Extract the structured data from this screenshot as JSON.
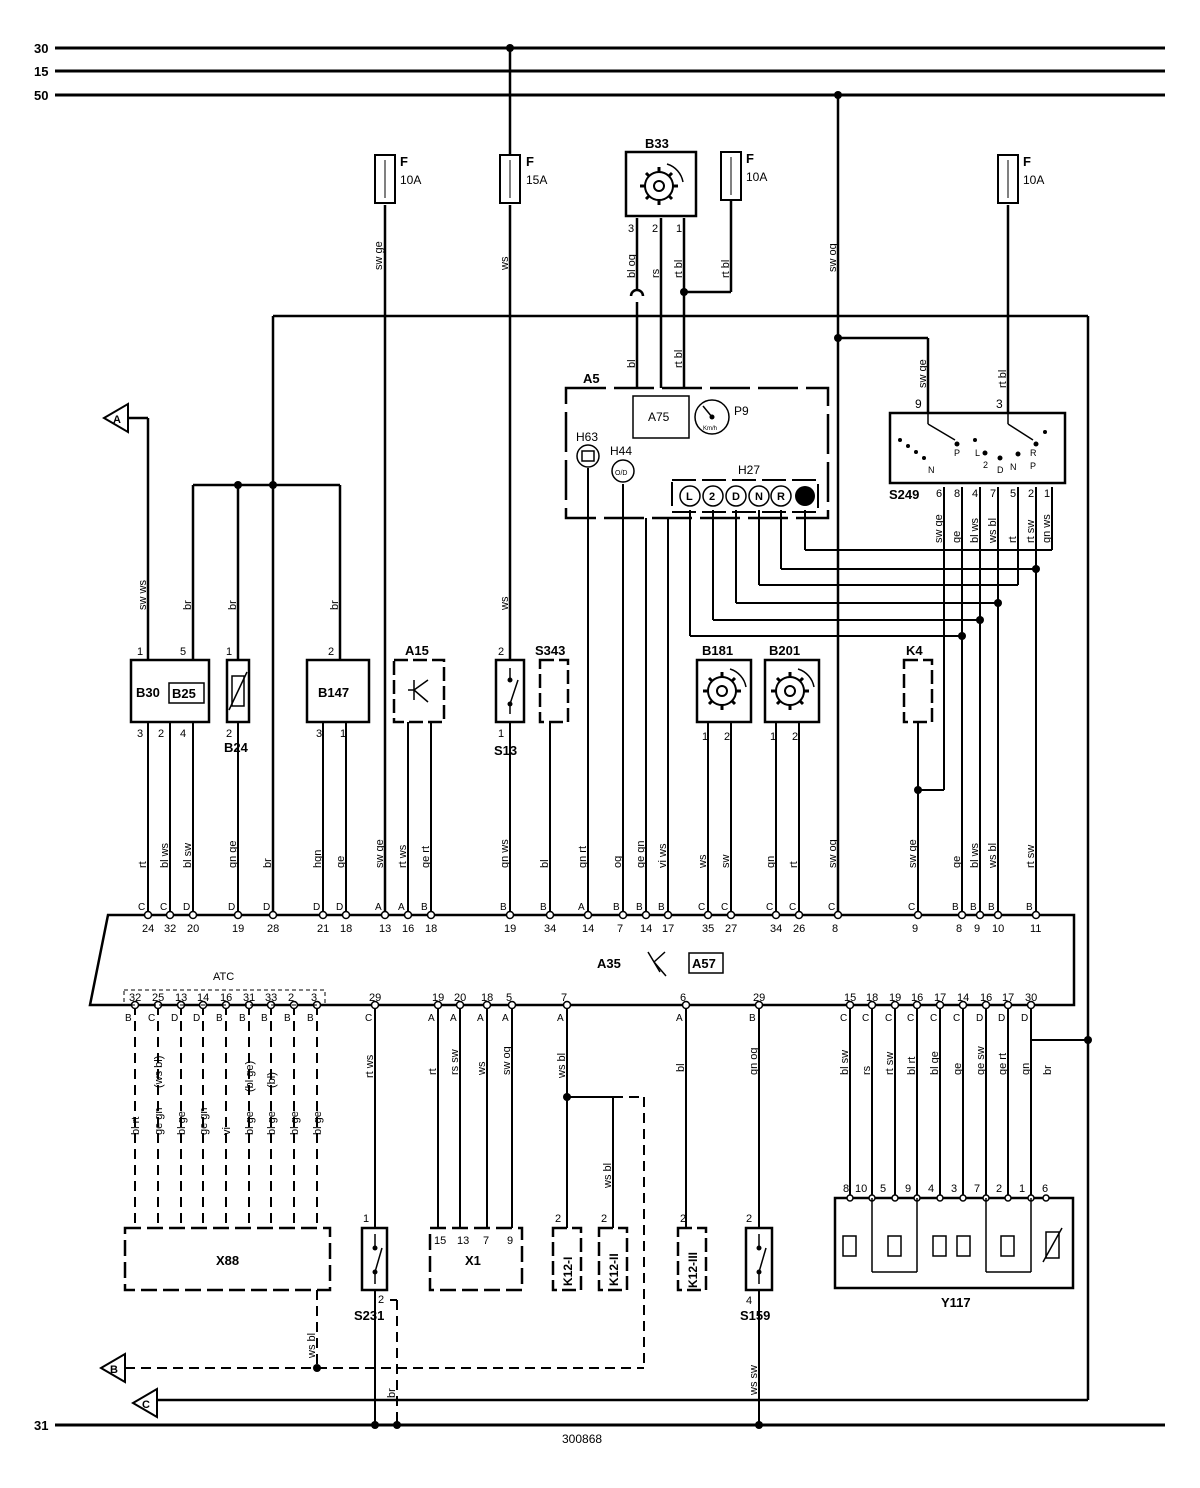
{
  "diagram_id": "300868",
  "rails": {
    "r30": "30",
    "r15": "15",
    "r50": "50",
    "r31": "31"
  },
  "fuses": {
    "f1": {
      "name": "F",
      "rating": "10A"
    },
    "f2": {
      "name": "F",
      "rating": "15A"
    },
    "f3": {
      "name": "F",
      "rating": "10A"
    },
    "f4": {
      "name": "F",
      "rating": "10A"
    }
  },
  "connectors": {
    "a": "A",
    "b": "B",
    "c": "C"
  },
  "components": {
    "b33": "B33",
    "a5": "A5",
    "a75": "A75",
    "p9": "P9",
    "kmh": "Km/h",
    "h63": "H63",
    "h44": "H44",
    "h44_glyph": "O/D",
    "h27": "H27",
    "h27_lamps": [
      "L",
      "2",
      "D",
      "N",
      "R"
    ],
    "s249": "S249",
    "s249_pos": [
      "N",
      "P",
      "L",
      "2",
      "D",
      "N",
      "R",
      "P"
    ],
    "b30": "B30",
    "b25": "B25",
    "b24": "B24",
    "b147": "B147",
    "a15": "A15",
    "s13": "S13",
    "s343": "S343",
    "b181": "B181",
    "b201": "B201",
    "k4": "K4",
    "a35": "A35",
    "a57": "A57",
    "atc": "ATC",
    "x88": "X88",
    "s231": "S231",
    "x1": "X1",
    "k12_1": "K12-I",
    "k12_2": "K12-II",
    "k12_3": "K12-III",
    "s159": "S159",
    "y117": "Y117"
  },
  "wire_colors": {
    "f1": "sw ge",
    "f2": "ws",
    "b33_3": "bl og",
    "b33_2": "rs",
    "b33_1": "rt bl",
    "f3": "rt bl",
    "r50": "sw og",
    "a5_bl": "bl",
    "a5_rtbl": "rt bl",
    "s249_9": "sw ge",
    "s249_3": "rt bl",
    "s249_6": "sw ge",
    "s249_8": "ge",
    "s249_4": "bl ws",
    "s249_7": "ws bl",
    "s249_5": "rt",
    "s249_2": "rt sw",
    "s249_1": "gn ws",
    "b30_1": "sw ws",
    "b30_5": "br",
    "b24_1": "br",
    "b147_2": "br",
    "s13_2": "ws",
    "u_b30_3": "rt",
    "u_b30_2": "bl ws",
    "u_b30_4": "bl sw",
    "u_b24_2": "gn ge",
    "u_br": "br",
    "u_b147_3": "hgn",
    "u_b147_1": "ge",
    "u_swge": "sw ge",
    "u_a15_a": "rt ws",
    "u_a15_b": "ge rt",
    "u_s13": "gn ws",
    "u_s343": "bl",
    "u_h63": "gn rt",
    "u_h44": "og",
    "u_a5_ge_gn": "ge gn",
    "u_a5_vi_ws": "vi ws",
    "u_b181_1": "ws",
    "u_b181_2": "sw",
    "u_b201_1": "gn",
    "u_b201_2": "rt",
    "u_r50": "sw og",
    "u_k4": "sw ge",
    "u_ge": "ge",
    "u_blws": "bl ws",
    "u_wsbl": "ws bl",
    "u_rtsw": "rt sw",
    "x88_w": [
      "bl rt",
      "ge gn",
      "bl ge",
      "ge gn",
      "vi",
      "bl ge",
      "bl ge",
      "bl ge",
      "bl ge"
    ],
    "x88_w2": [
      "(ws bl)",
      "(bl ge)",
      "(bl)"
    ],
    "s231_1": "rt ws",
    "x1_15": "rt",
    "x1_13": "rs sw",
    "x1_7": "ws",
    "x1_9": "sw og",
    "k12_ws_bl": "ws bl",
    "k12_ws_bl_2": "ws bl",
    "k12_3_bl": "bl",
    "s159_2": "gn og",
    "y117_w": [
      "bl sw",
      "rs",
      "rt sw",
      "bl rt",
      "bl ge",
      "ge",
      "ge sw",
      "ge rt",
      "gn",
      "br"
    ],
    "ret_b": "ws bl",
    "ret_br": "br",
    "ret_wssw": "ws sw"
  },
  "pins": {
    "b33": [
      "3",
      "2",
      "1"
    ],
    "a5_top": [
      "",
      "",
      ""
    ],
    "s249_top": [
      "9",
      "3"
    ],
    "s249_bot": [
      "6",
      "8",
      "4",
      "7",
      "5",
      "2",
      "1"
    ],
    "b30_top": [
      "1",
      "5"
    ],
    "b30_bot": [
      "3",
      "2",
      "4"
    ],
    "b24": [
      "1",
      "2"
    ],
    "b147_top": [
      "2"
    ],
    "b147_bot": [
      "3",
      "1"
    ],
    "s13": [
      "2",
      "1"
    ],
    "b181": [
      "1",
      "2"
    ],
    "b201": [
      "1",
      "2"
    ],
    "a35_top_letters": [
      "C",
      "C",
      "D",
      "D",
      "D",
      "D",
      "D",
      "A",
      "A",
      "B",
      "B",
      "B",
      "A",
      "B",
      "B",
      "B",
      "C",
      "C",
      "C",
      "C",
      "C",
      "C",
      "B",
      "B",
      "B",
      "B"
    ],
    "a35_top_nums": [
      "24",
      "32",
      "20",
      "19",
      "28",
      "21",
      "18",
      "13",
      "16",
      "18",
      "19",
      "34",
      "14",
      "7",
      "14",
      "17",
      "35",
      "27",
      "34",
      "26",
      "8",
      "9",
      "8",
      "9",
      "10",
      "11"
    ],
    "a35_bot_nums": [
      "32",
      "25",
      "13",
      "14",
      "16",
      "31",
      "33",
      "2",
      "3",
      "29",
      "19",
      "20",
      "18",
      "5",
      "7",
      "6",
      "29",
      "15",
      "18",
      "19",
      "16",
      "17",
      "14",
      "16",
      "17",
      "30"
    ],
    "a35_bot_letters": [
      "B",
      "C",
      "D",
      "D",
      "B",
      "B",
      "B",
      "B",
      "B",
      "C",
      "A",
      "A",
      "A",
      "A",
      "A",
      "A",
      "B",
      "C",
      "C",
      "C",
      "C",
      "C",
      "C",
      "D",
      "D",
      "D"
    ],
    "x1": [
      "15",
      "13",
      "7",
      "9"
    ],
    "x1_top": [
      "19",
      "20",
      "18",
      "5"
    ],
    "s231": [
      "1",
      "2"
    ],
    "k12": [
      "2",
      "2",
      "2"
    ],
    "s159": [
      "2",
      "4"
    ],
    "y117": [
      "8",
      "10",
      "5",
      "9",
      "4",
      "3",
      "7",
      "2",
      "1",
      "6"
    ]
  }
}
